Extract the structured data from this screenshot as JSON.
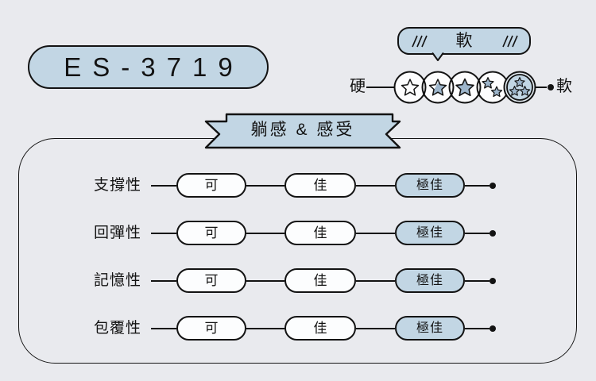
{
  "badge": {
    "model": "ES-3719"
  },
  "softness": {
    "bubble_label": "軟",
    "hard_label": "硬",
    "soft_label": "軟",
    "levels": 5,
    "selected_level": 5
  },
  "panel": {
    "title": "躺感 & 感受",
    "rows": [
      {
        "label": "支撐性",
        "options": [
          "可",
          "佳",
          "極佳"
        ],
        "selected": "極佳"
      },
      {
        "label": "回彈性",
        "options": [
          "可",
          "佳",
          "極佳"
        ],
        "selected": "極佳"
      },
      {
        "label": "記憶性",
        "options": [
          "可",
          "佳",
          "極佳"
        ],
        "selected": "極佳"
      },
      {
        "label": "包覆性",
        "options": [
          "可",
          "佳",
          "極佳"
        ],
        "selected": "極佳"
      }
    ]
  },
  "icons": {
    "hatch_left": "hatch-lines-icon",
    "hatch_right": "hatch-lines-icon",
    "stars": "star-rating-icons"
  },
  "colors": {
    "background": "#e9eaee",
    "accent_blue": "#c2d6e4",
    "star_fill": "#9db5cb",
    "pill_white": "#fcfdfe",
    "outline": "#131313"
  }
}
